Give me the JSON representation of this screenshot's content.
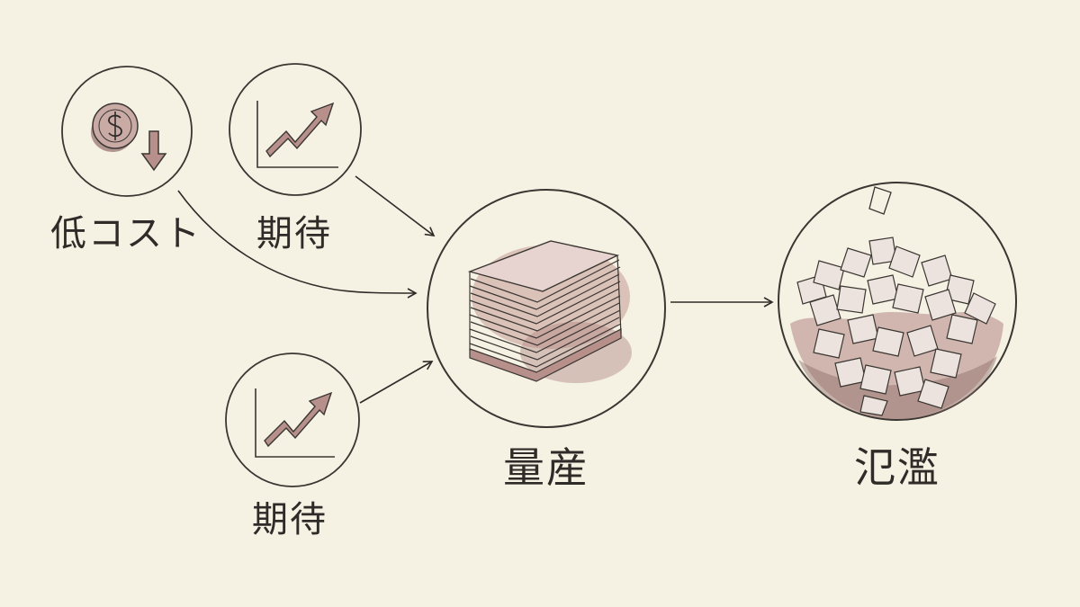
{
  "colors": {
    "paper": "#f5f1e3",
    "ink": "#2e2b28",
    "wash": "#b8908b",
    "wash_dark": "#8c6b66"
  },
  "nodes": {
    "low_cost": {
      "label": "低コスト",
      "icon": "coin-down-arrow-icon"
    },
    "expectation_top": {
      "label": "期待",
      "icon": "rising-chart-icon"
    },
    "expectation_bottom": {
      "label": "期待",
      "icon": "rising-chart-icon"
    },
    "mass_production": {
      "label": "量産",
      "icon": "paper-stack-icon"
    },
    "flood": {
      "label": "氾濫",
      "icon": "overflowing-papers-icon"
    }
  }
}
